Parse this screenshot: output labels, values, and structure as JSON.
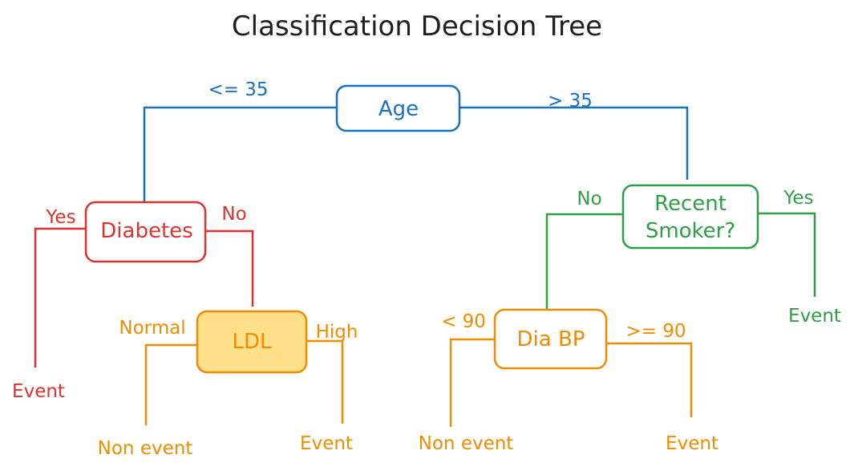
{
  "title": "Classification Decision Tree",
  "colors": {
    "text": "#1e1e1e",
    "blue": "#1971c2",
    "red": "#e03131",
    "green": "#2f9e44",
    "orange": "#f08c00",
    "ldl_fill": "#ffe08a"
  },
  "nodes": {
    "age": "Age",
    "diabetes": "Diabetes",
    "ldl": "LDL",
    "recent_smoker_line1": "Recent",
    "recent_smoker_line2": "Smoker?",
    "dia_bp": "Dia BP"
  },
  "edges": {
    "age_left": "<= 35",
    "age_right": "> 35",
    "diabetes_yes": "Yes",
    "diabetes_no": "No",
    "ldl_normal": "Normal",
    "ldl_high": "High",
    "smoker_no": "No",
    "smoker_yes": "Yes",
    "bp_low": "< 90",
    "bp_high": ">= 90"
  },
  "leaves": {
    "diabetes_yes": "Event",
    "ldl_normal": "Non event",
    "ldl_high": "Event",
    "smoker_yes": "Event",
    "bp_low": "Non event",
    "bp_high": "Event"
  }
}
